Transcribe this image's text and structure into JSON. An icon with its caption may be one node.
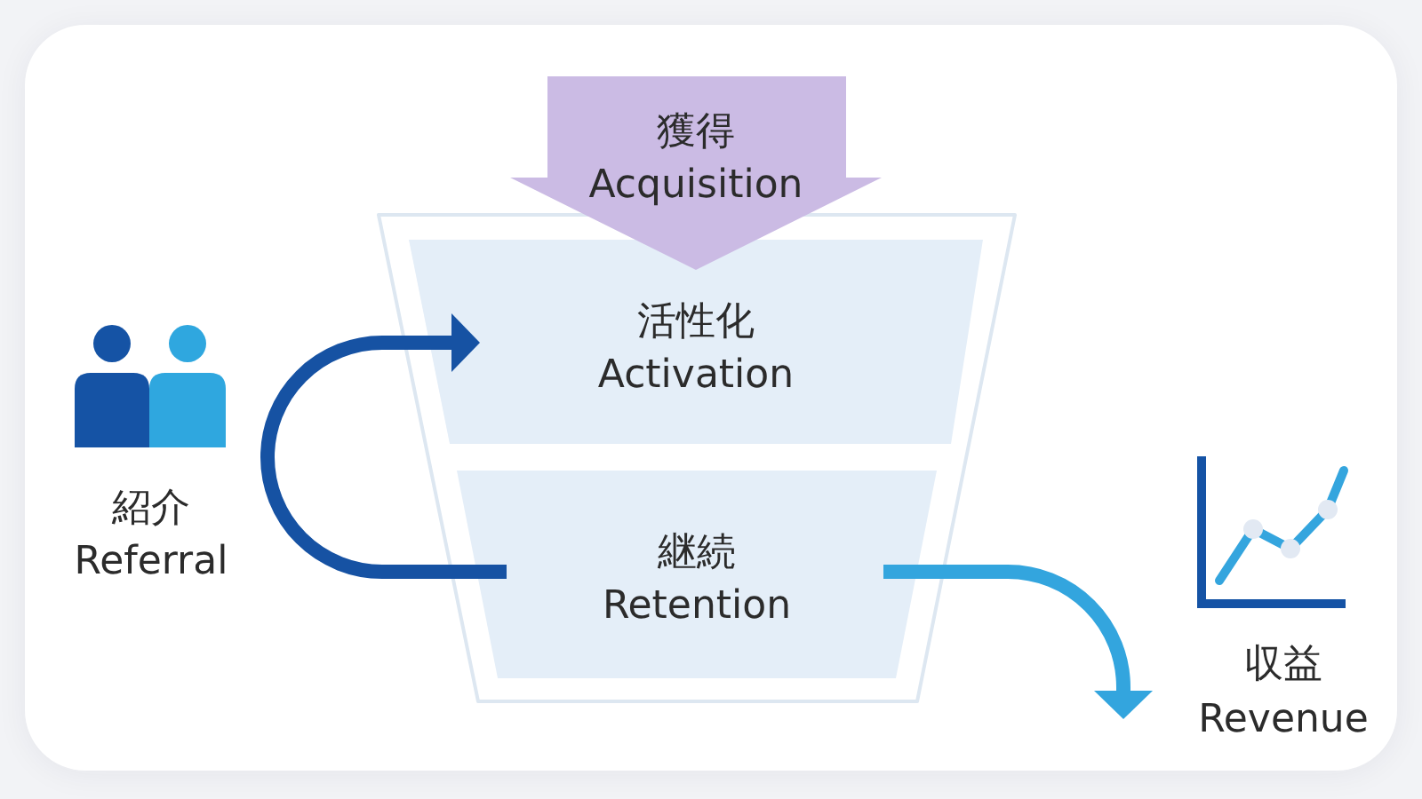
{
  "diagram": {
    "nodes": [
      {
        "text": [
          "獲得",
          "Acquisition"
        ]
      },
      {
        "text": [],
        "shape": "funnel"
      },
      {
        "text": [
          "活性化",
          "Activation"
        ],
        "in": 1
      },
      {
        "text": [
          "継続",
          "Retention"
        ],
        "in": 1
      }
    ],
    "edges": [
      {
        "from": 3,
        "to": 2,
        "arrow": "to",
        "color": "#1652a3"
      },
      {
        "from": 3,
        "to": null,
        "arrow": "to",
        "color": "#33a5de"
      }
    ],
    "labels": [
      "紹介",
      "Referral",
      "収益",
      "Revenue"
    ]
  }
}
